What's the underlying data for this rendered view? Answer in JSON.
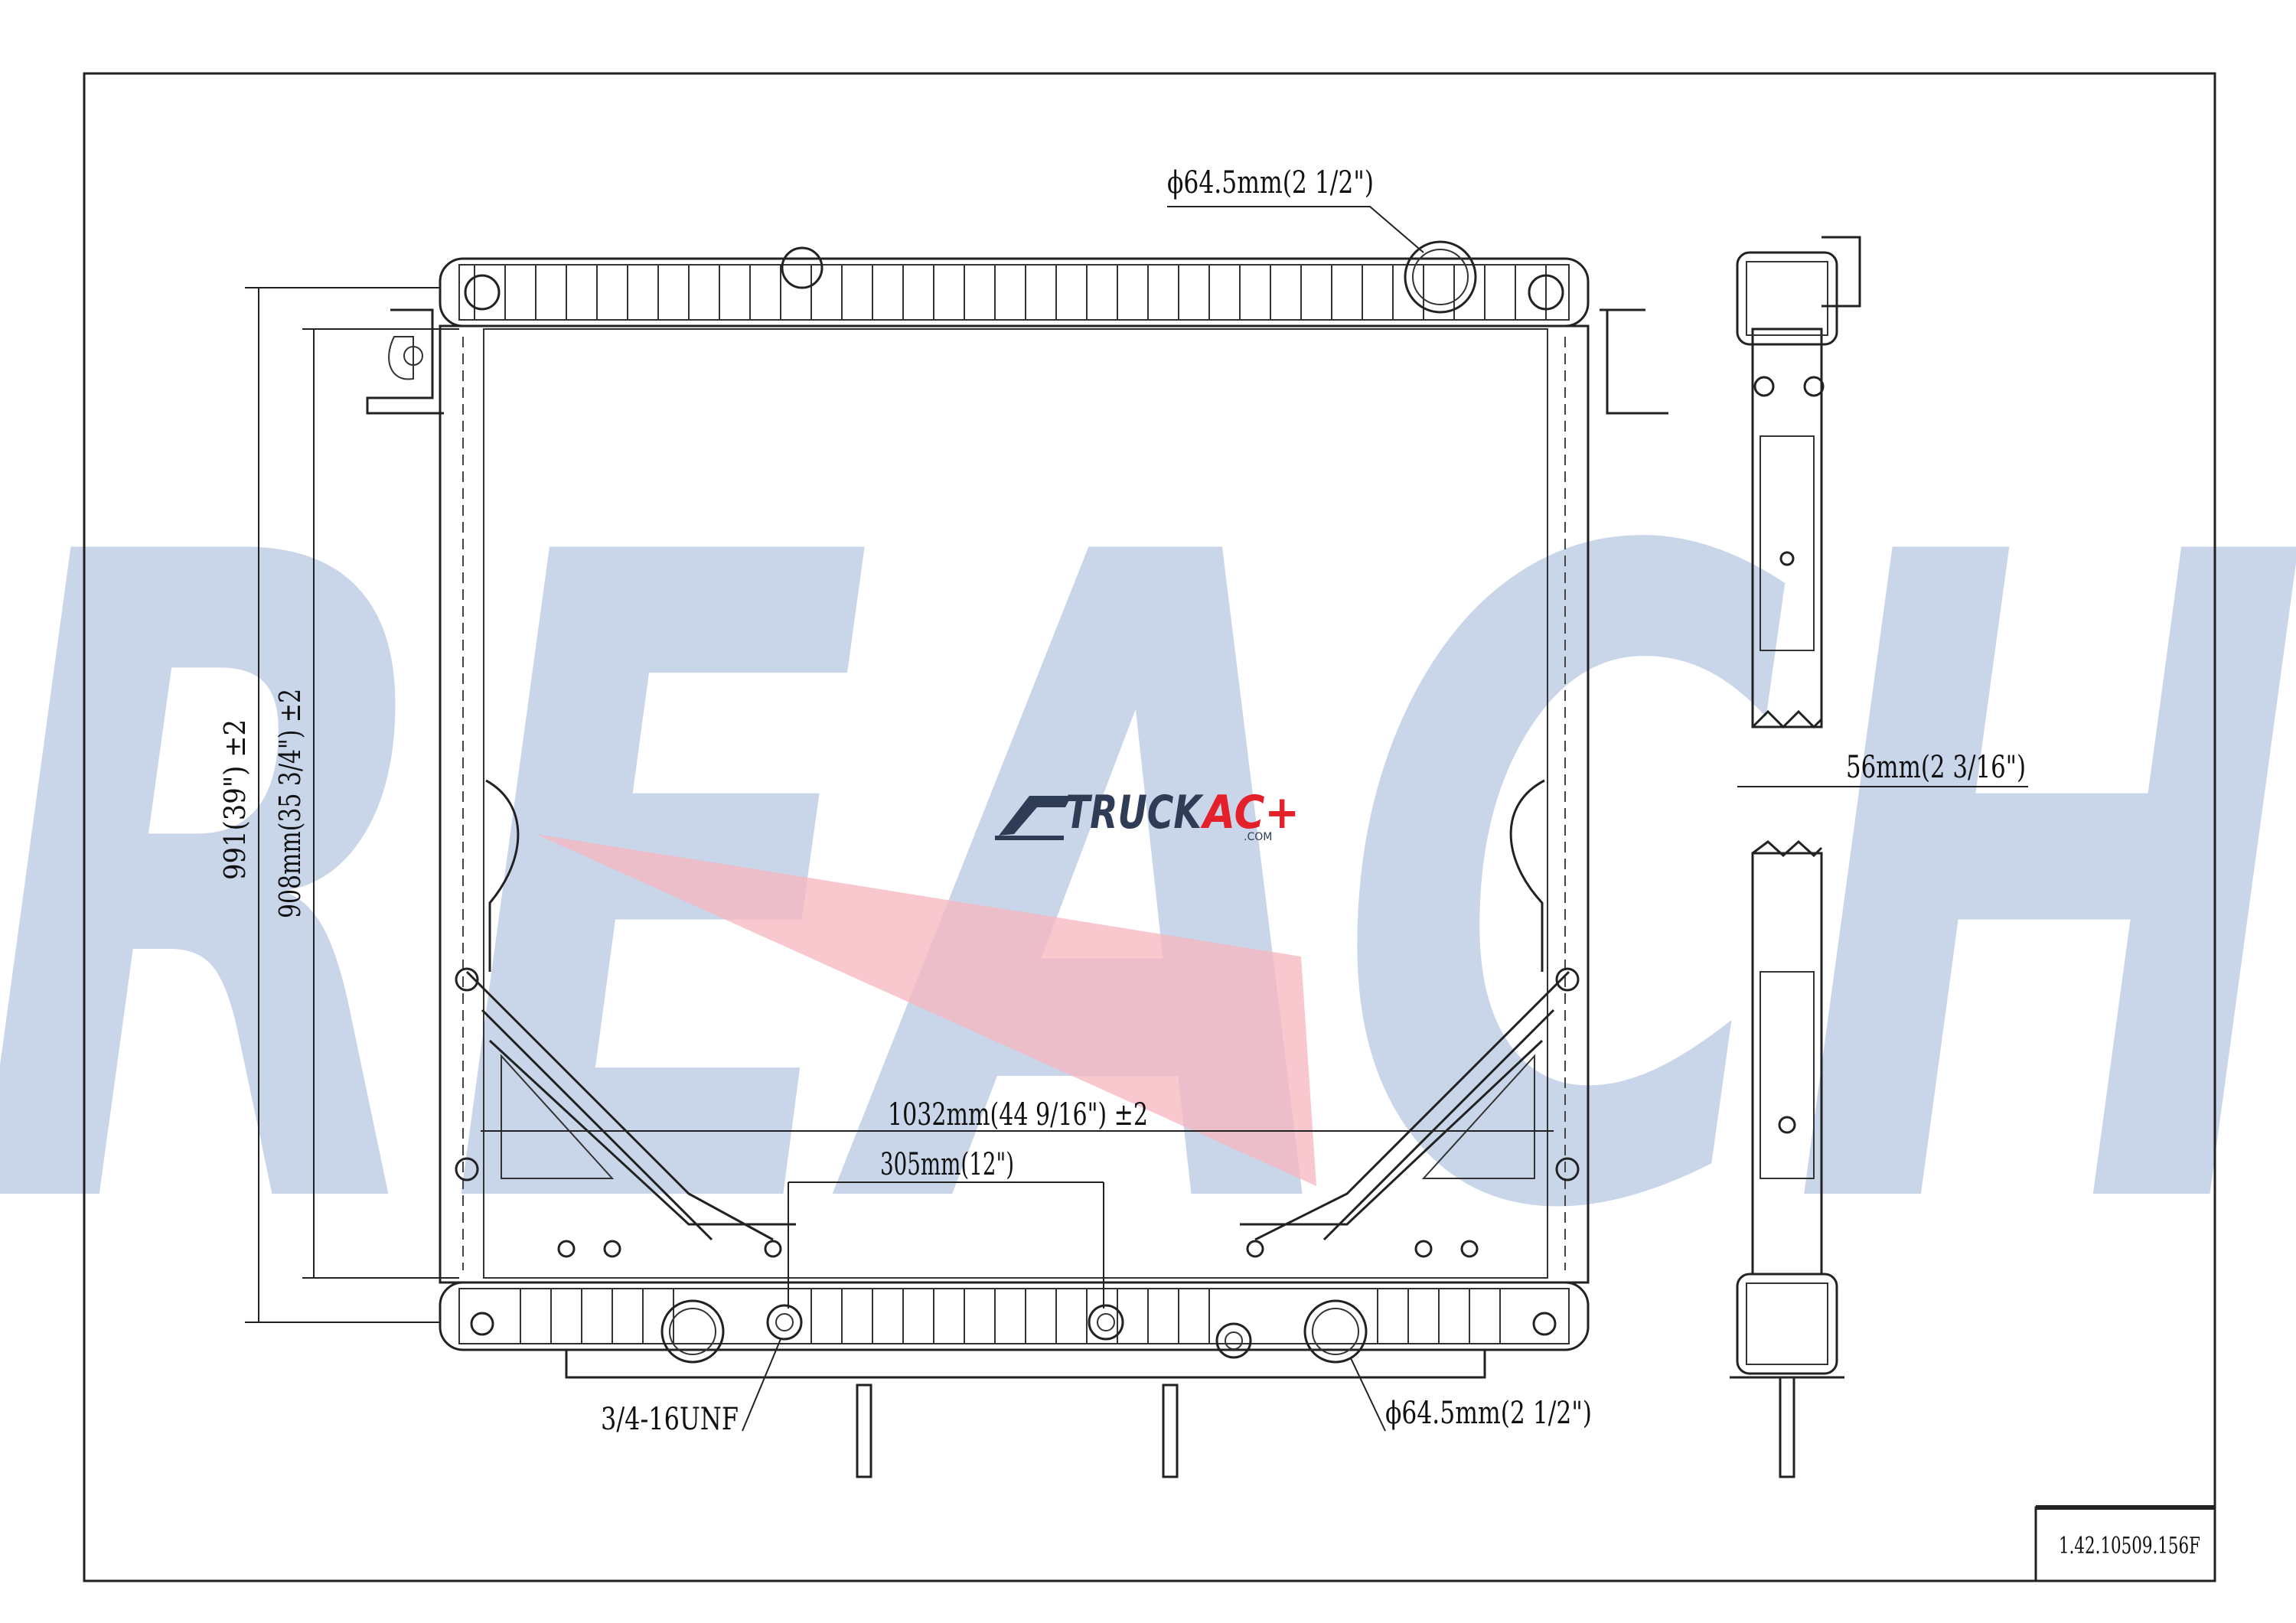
{
  "watermark": {
    "text": "REACH",
    "color": "#c9d6ea"
  },
  "logo": {
    "text_truck": "TRUCK",
    "text_ac": "AC+",
    "text_com": ".COM",
    "color_dark": "#2f3c55",
    "color_accent": "#e4202a"
  },
  "dimensions": {
    "top_inlet": "ϕ64.5mm(2 1/2\")",
    "height_overall": "991(39\") ±2",
    "height_core": "908mm(35 3/4\") ±2",
    "width_core": "1032mm(44 9/16\") ±2",
    "mount_spacing": "305mm(12\")",
    "thread": "3/4-16UNF",
    "bottom_outlet": "ϕ64.5mm(2 1/2\")",
    "depth": "56mm(2 3/16\")"
  },
  "part_number": "1.42.10509.156F"
}
